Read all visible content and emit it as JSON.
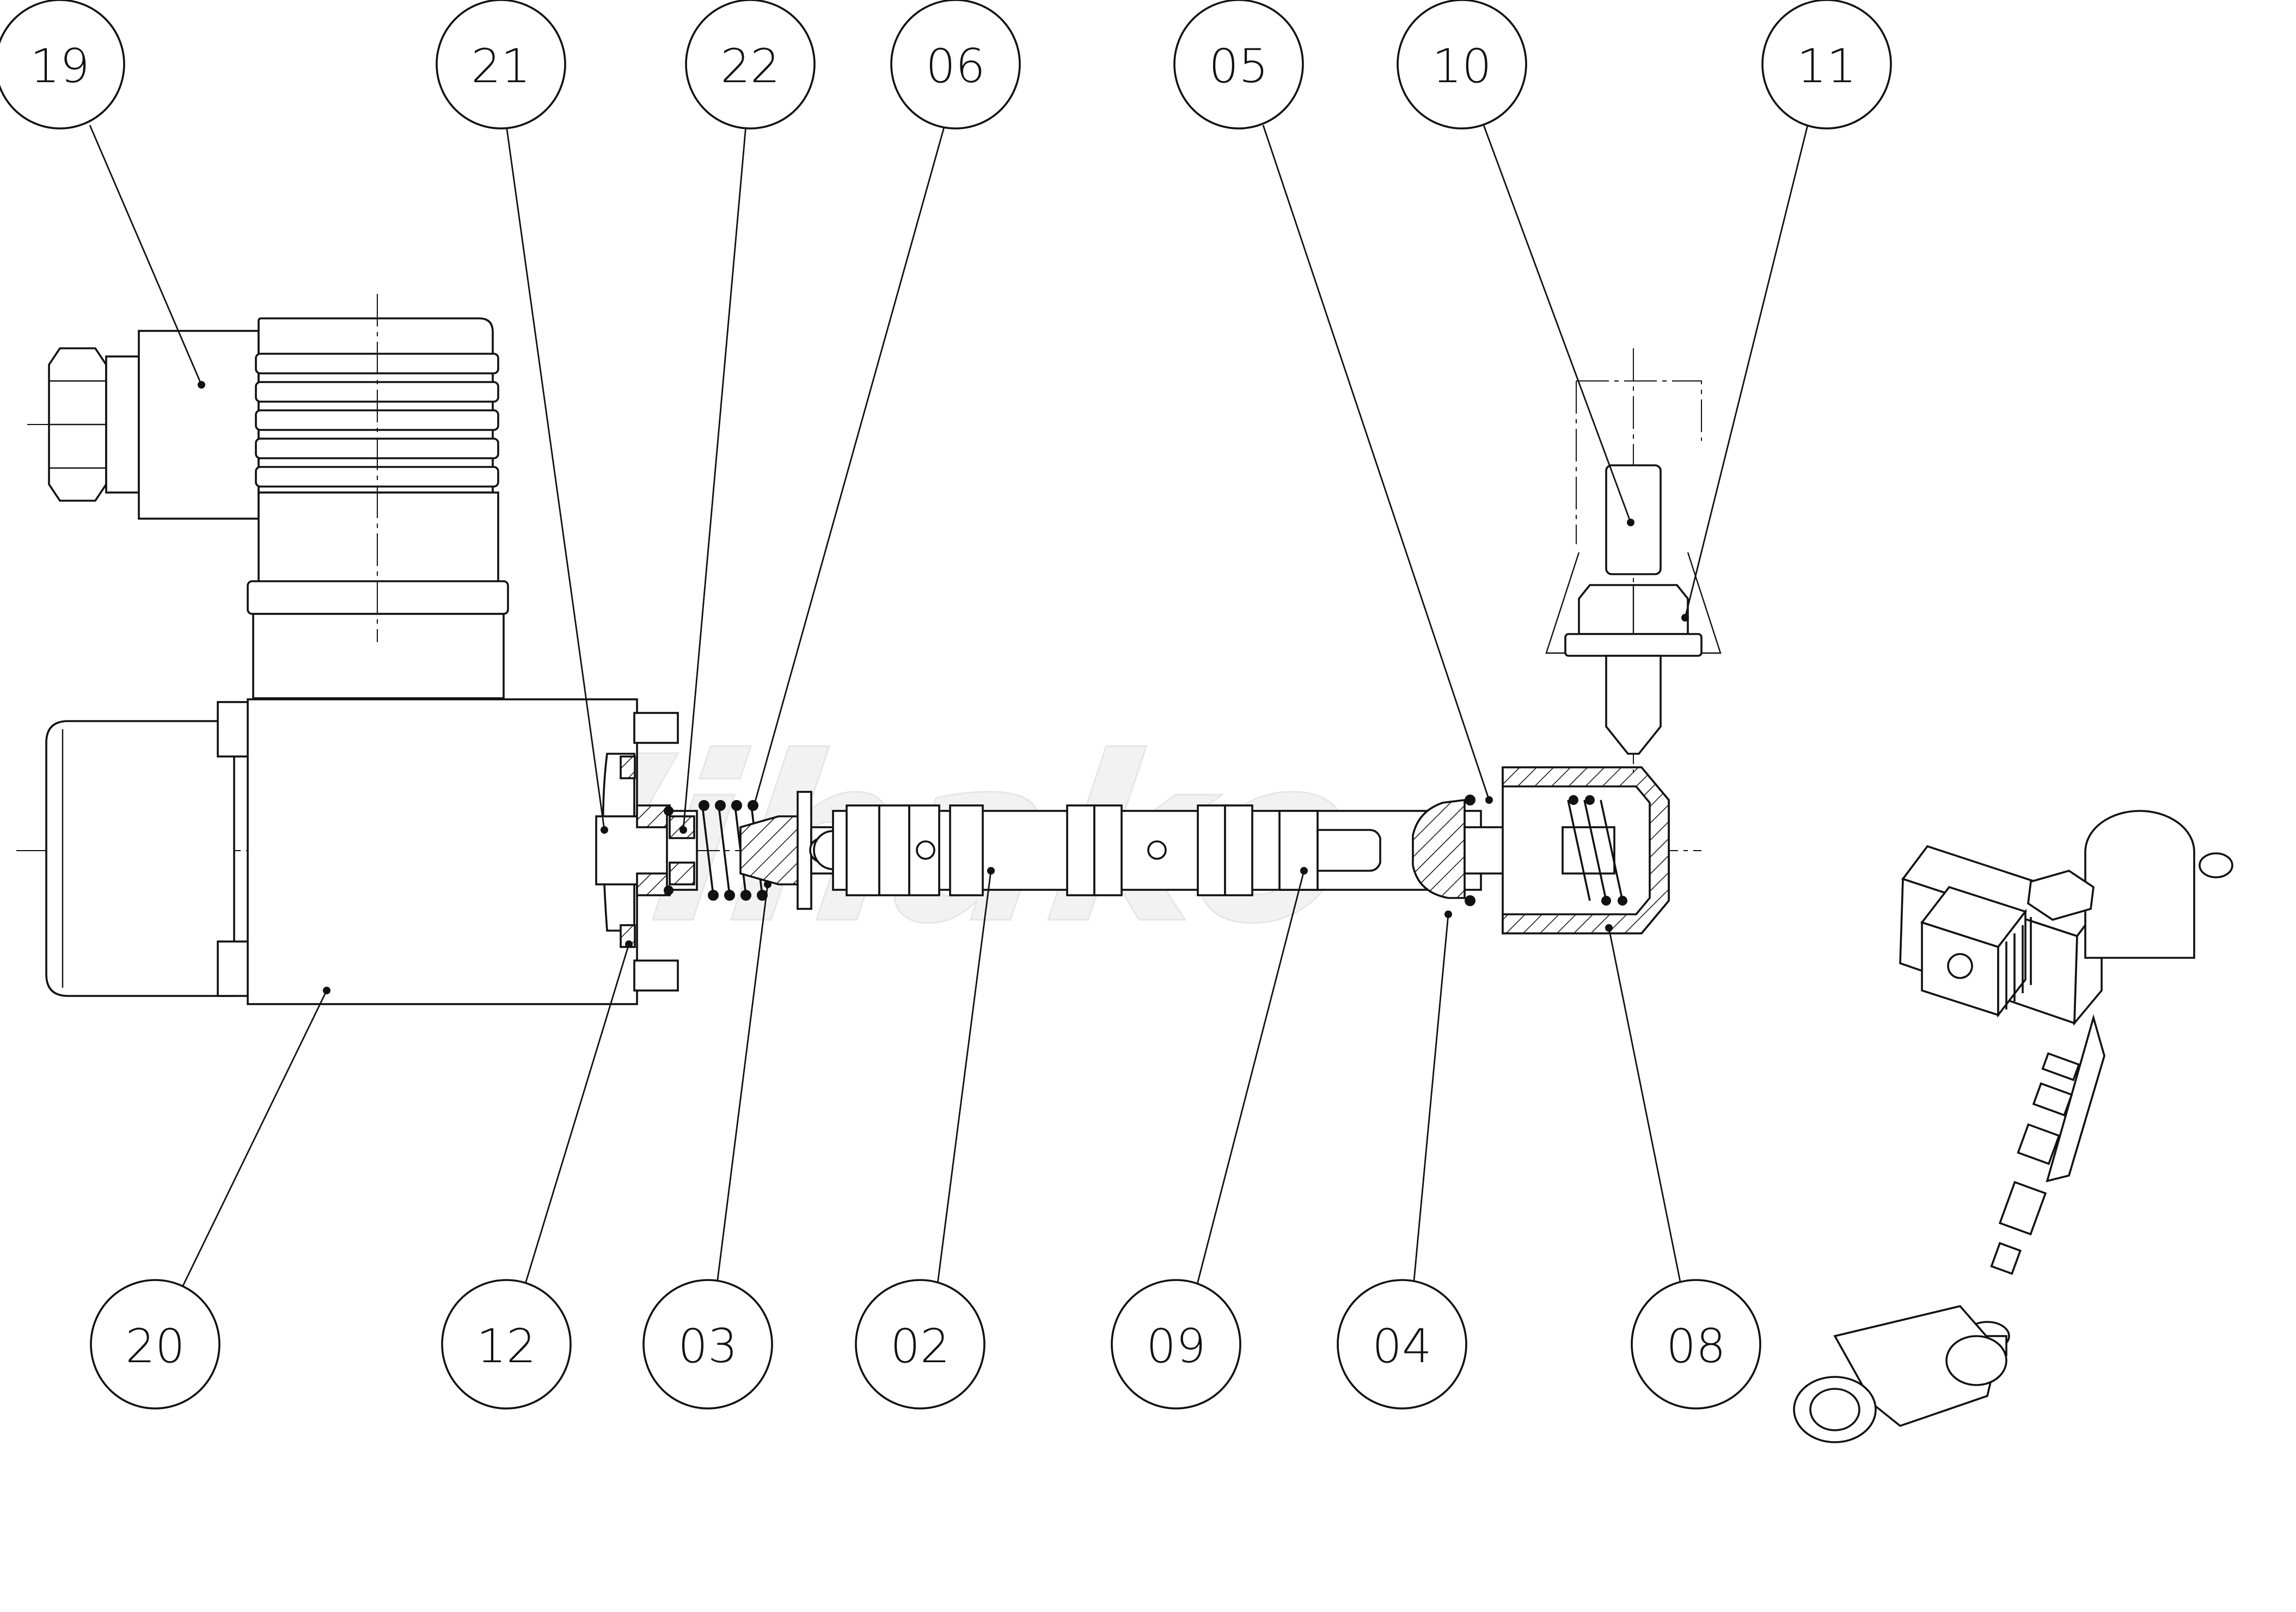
{
  "watermark": "Wihako",
  "callouts": [
    {
      "id": "19",
      "label": "19"
    },
    {
      "id": "21",
      "label": "21"
    },
    {
      "id": "22",
      "label": "22"
    },
    {
      "id": "06",
      "label": "06"
    },
    {
      "id": "05",
      "label": "05"
    },
    {
      "id": "10",
      "label": "10"
    },
    {
      "id": "11",
      "label": "11"
    },
    {
      "id": "20",
      "label": "20"
    },
    {
      "id": "12",
      "label": "12"
    },
    {
      "id": "03",
      "label": "03"
    },
    {
      "id": "02",
      "label": "02"
    },
    {
      "id": "09",
      "label": "09"
    },
    {
      "id": "04",
      "label": "04"
    },
    {
      "id": "08",
      "label": "08"
    }
  ]
}
